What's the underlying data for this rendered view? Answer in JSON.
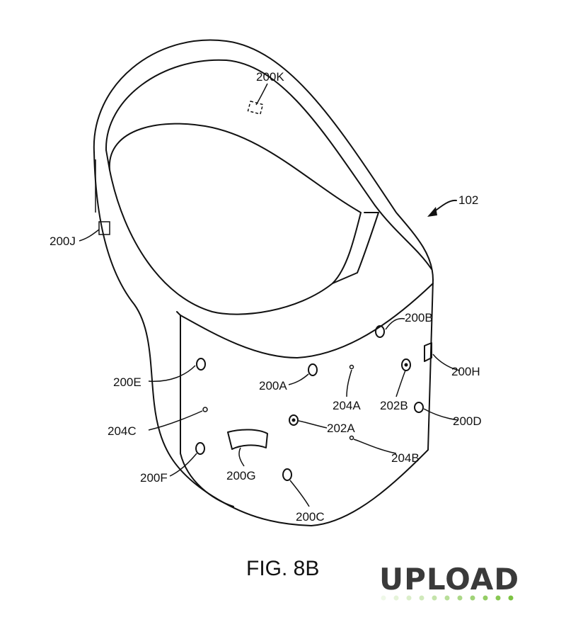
{
  "figure": {
    "caption": "FIG. 8B",
    "device_ref": "102",
    "labels": {
      "k": "200K",
      "j": "200J",
      "b": "200B",
      "e": "200E",
      "a": "200A",
      "s204a": "204A",
      "s202b": "202B",
      "h": "200H",
      "d": "200D",
      "s204c": "204C",
      "s202a": "202A",
      "s204b": "204B",
      "f": "200F",
      "g": "200G",
      "c": "200C"
    }
  },
  "logo": {
    "text": "UPLOAD",
    "dot_color": "#7cc242",
    "text_color": "#3a3a3a"
  }
}
